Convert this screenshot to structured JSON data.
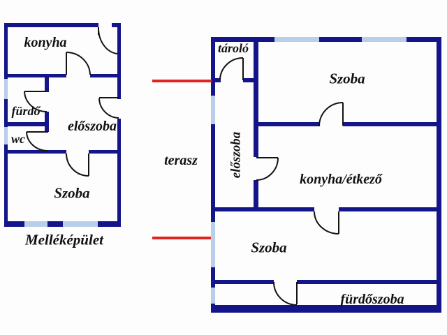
{
  "diagram_type": "floor-plan",
  "colors": {
    "wall": "#15158a",
    "window": "#b9cfe9",
    "terrace_line": "#e32222",
    "door_line": "#131313",
    "background": "#fdfdfd",
    "text": "#111111"
  },
  "left_building": {
    "label": "Melléképület",
    "rooms": {
      "konyha": "konyha",
      "furdo": "fürdő",
      "wc": "wc",
      "eloszoba": "előszoba",
      "szoba": "Szoba"
    }
  },
  "right_building": {
    "rooms": {
      "tarolo": "tároló",
      "szoba_felso": "Szoba",
      "eloszoba": "előszoba",
      "konyha_etkezo": "konyha/étkező",
      "szoba_also": "Szoba",
      "furdoszoba": "fürdőszoba"
    }
  },
  "exterior": {
    "terasz": "terasz"
  }
}
